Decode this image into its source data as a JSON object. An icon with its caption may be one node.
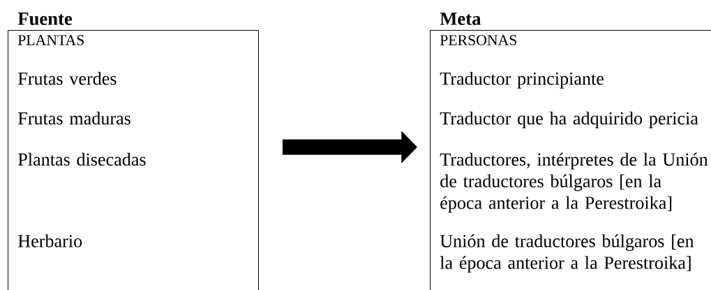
{
  "diagram": {
    "nodes": [
      {
        "text": [
          "Fuente",
          "PLANTAS",
          "Frutas verdes",
          "Frutas maduras",
          "Plantas disecadas",
          "Herbario"
        ]
      },
      {
        "text": [
          "Meta",
          "PERSONAS",
          "Traductor  principiante",
          "Traductor que ha adquirido pericia",
          "Traductores, intérpretes de la Unión de traductores búlgaros [en la época anterior a la Perestroika]",
          "Unión de traductores búlgaros [en la época anterior a la Perestroika]"
        ]
      }
    ],
    "edges": [
      {
        "from": 0,
        "to": 1,
        "arrow": "to"
      }
    ]
  }
}
